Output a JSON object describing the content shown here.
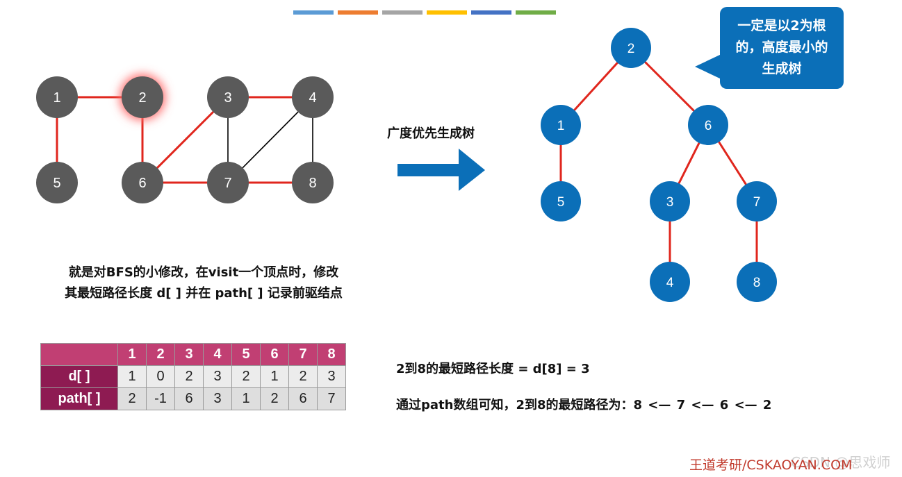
{
  "top_bar_colors": [
    "#5b9bd5",
    "#ed7d31",
    "#a5a5a5",
    "#ffc000",
    "#4472c4",
    "#70ad47"
  ],
  "colors": {
    "graph_node": "#5a5a5a",
    "highlight_glow": "#ff6b6b",
    "red_edge": "#e0261d",
    "black_edge": "#000000",
    "tree_node": "#0b6fb8",
    "table_header": "#c13f73",
    "table_row_header": "#8e1b52",
    "footer": "#c0392b"
  },
  "graph": {
    "highlighted": "2",
    "nodes": [
      "1",
      "2",
      "3",
      "4",
      "5",
      "6",
      "7",
      "8"
    ],
    "edges": [
      {
        "from": "1",
        "to": "2",
        "color": "red"
      },
      {
        "from": "1",
        "to": "5",
        "color": "red"
      },
      {
        "from": "2",
        "to": "6",
        "color": "red"
      },
      {
        "from": "6",
        "to": "3",
        "color": "red"
      },
      {
        "from": "3",
        "to": "4",
        "color": "red"
      },
      {
        "from": "6",
        "to": "7",
        "color": "red"
      },
      {
        "from": "7",
        "to": "8",
        "color": "red"
      },
      {
        "from": "3",
        "to": "7",
        "color": "black"
      },
      {
        "from": "4",
        "to": "7",
        "color": "black"
      },
      {
        "from": "4",
        "to": "8",
        "color": "black"
      }
    ]
  },
  "arrow_label": "广度优先生成树",
  "tree": {
    "nodes": [
      "2",
      "1",
      "6",
      "5",
      "3",
      "7",
      "4",
      "8"
    ],
    "edges": [
      {
        "from": "2",
        "to": "1"
      },
      {
        "from": "2",
        "to": "6"
      },
      {
        "from": "1",
        "to": "5"
      },
      {
        "from": "6",
        "to": "3"
      },
      {
        "from": "6",
        "to": "7"
      },
      {
        "from": "3",
        "to": "4"
      },
      {
        "from": "7",
        "to": "8"
      }
    ]
  },
  "callout": {
    "line1": "一定是以2为根",
    "line2": "的，高度最小的",
    "line3": "生成树"
  },
  "description": {
    "line1": "就是对BFS的小修改，在visit一个顶点时，修改",
    "line2": "其最短路径长度 d[ ] 并在 path[ ] 记录前驱结点"
  },
  "table": {
    "headers": [
      "1",
      "2",
      "3",
      "4",
      "5",
      "6",
      "7",
      "8"
    ],
    "rows": [
      {
        "label": "d[ ]",
        "values": [
          "1",
          "0",
          "2",
          "3",
          "2",
          "1",
          "2",
          "3"
        ]
      },
      {
        "label": "path[ ]",
        "values": [
          "2",
          "-1",
          "6",
          "3",
          "1",
          "2",
          "6",
          "7"
        ]
      }
    ]
  },
  "result1": "2到8的最短路径长度 = d[8] = 3",
  "result2": "通过path数组可知，2到8的最短路径为：8 <— 7 <— 6 <— 2",
  "footer": "王道考研/CSKAOYAN.COM",
  "watermark": "CSDN @思戏师"
}
